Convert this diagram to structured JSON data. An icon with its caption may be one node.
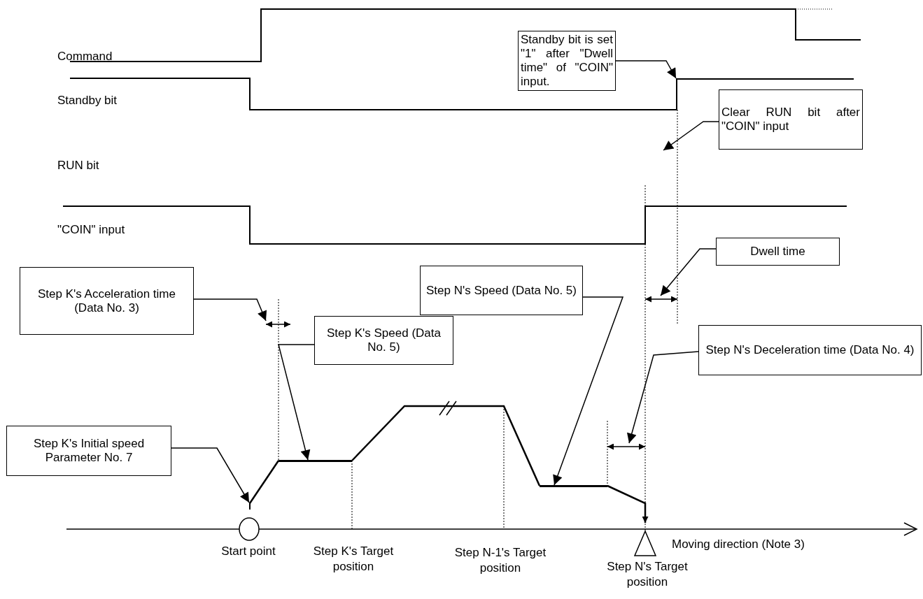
{
  "diagram": {
    "nodes": [
      {
        "text": [
          "Standby bit is set \"1\" after \"Dwell time\" of \"COIN\" input."
        ]
      },
      {
        "text": [
          "Clear RUN bit after \"COIN\" input"
        ]
      },
      {
        "text": [
          "Dwell time"
        ]
      },
      {
        "text": [
          "Step K's Acceleration time (Data No. 3)"
        ]
      },
      {
        "text": [
          "Step N's Speed (Data No. 5)"
        ]
      },
      {
        "text": [
          "Step K's Speed (Data No. 5)"
        ]
      },
      {
        "text": [
          "Step N's Deceleration time (Data No. 4)"
        ]
      },
      {
        "text": [
          "Step K's Initial speed Parameter No. 7"
        ]
      },
      {
        "text": [],
        "shape": "line"
      },
      {
        "text": [],
        "shape": "line"
      },
      {
        "text": [],
        "shape": "line"
      },
      {
        "text": [],
        "shape": "line"
      },
      {
        "text": [],
        "shape": "arrow"
      },
      {
        "text": [],
        "shape": "arrow"
      },
      {
        "text": [],
        "shape": "arrow"
      }
    ],
    "edges": [
      {
        "from": 0,
        "to": 8,
        "arrow": "to"
      },
      {
        "from": 1,
        "to": null,
        "arrow": "to"
      },
      {
        "from": 2,
        "to": 14,
        "arrow": "to"
      },
      {
        "from": 3,
        "to": 12,
        "arrow": "to"
      },
      {
        "from": 4,
        "to": 11,
        "arrow": "to"
      },
      {
        "from": 5,
        "to": 10,
        "arrow": "to"
      },
      {
        "from": 6,
        "to": 13,
        "arrow": "to"
      },
      {
        "from": 7,
        "to": 9,
        "arrow": "to"
      }
    ],
    "labels": [
      "Command",
      "Standby bit",
      "RUN bit",
      "\"COIN\" input",
      "Start point",
      "Step K's Target position",
      "Step N-1's Target position",
      "Moving direction (Note 3)",
      "Step N's Target position"
    ]
  }
}
